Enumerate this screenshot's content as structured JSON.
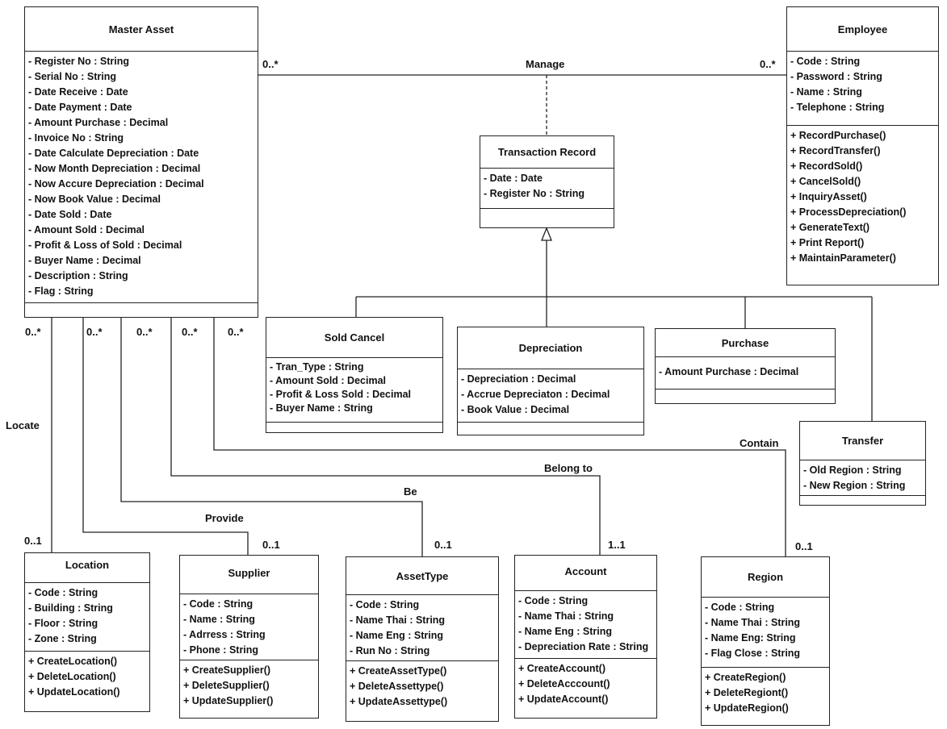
{
  "classes": {
    "master_asset": {
      "name": "Master Asset",
      "attributes": [
        "- Register No : String",
        "- Serial No : String",
        "- Date Receive : Date",
        "- Date Payment : Date",
        "- Amount Purchase : Decimal",
        "- Invoice No : String",
        "- Date Calculate Depreciation : Date",
        "- Now Month Depreciation : Decimal",
        "- Now Accure Depreciation : Decimal",
        "- Now Book Value : Decimal",
        "- Date Sold : Date",
        "- Amount Sold : Decimal",
        "- Profit & Loss of Sold : Decimal",
        "- Buyer Name : Decimal",
        "- Description : String",
        "- Flag : String"
      ],
      "operations": []
    },
    "employee": {
      "name": "Employee",
      "attributes": [
        "- Code : String",
        "- Password : String",
        "- Name : String",
        "- Telephone : String"
      ],
      "operations": [
        "+ RecordPurchase()",
        "+ RecordTransfer()",
        "+ RecordSold()",
        "+ CancelSold()",
        "+ InquiryAsset()",
        "+ ProcessDepreciation()",
        "+ GenerateText()",
        "+ Print Report()",
        "+ MaintainParameter()"
      ]
    },
    "transaction_record": {
      "name": "Transaction Record",
      "attributes": [
        "- Date : Date",
        "- Register No : String"
      ],
      "operations": []
    },
    "sold_cancel": {
      "name": "Sold Cancel",
      "attributes": [
        "- Tran_Type : String",
        "- Amount Sold : Decimal",
        "- Profit & Loss Sold : Decimal",
        "- Buyer Name : String"
      ],
      "operations": []
    },
    "depreciation": {
      "name": "Depreciation",
      "attributes": [
        "- Depreciation : Decimal",
        "- Accrue Depreciaton : Decimal",
        "- Book Value : Decimal"
      ],
      "operations": []
    },
    "purchase": {
      "name": "Purchase",
      "attributes": [
        "- Amount Purchase : Decimal"
      ],
      "operations": []
    },
    "transfer": {
      "name": "Transfer",
      "attributes": [
        "- Old Region : String",
        "- New Region : String"
      ],
      "operations": []
    },
    "location": {
      "name": "Location",
      "attributes": [
        "- Code : String",
        "- Building : String",
        "- Floor : String",
        "- Zone : String"
      ],
      "operations": [
        "+ CreateLocation()",
        "+ DeleteLocation()",
        "+ UpdateLocation()"
      ]
    },
    "supplier": {
      "name": "Supplier",
      "attributes": [
        "- Code : String",
        "- Name : String",
        "- Adrress : String",
        "- Phone : String"
      ],
      "operations": [
        "+ CreateSupplier()",
        "+ DeleteSupplier()",
        "+ UpdateSupplier()"
      ]
    },
    "asset_type": {
      "name": "AssetType",
      "attributes": [
        "- Code : String",
        "- Name Thai : String",
        "- Name Eng : String",
        "- Run No : String"
      ],
      "operations": [
        "+ CreateAssetType()",
        "+ DeleteAssettype()",
        "+ UpdateAssettype()"
      ]
    },
    "account": {
      "name": "Account",
      "attributes": [
        "- Code : String",
        "- Name Thai : String",
        "- Name Eng : String",
        "- Depreciation Rate : String"
      ],
      "operations": [
        "+ CreateAccount()",
        "+ DeleteAcccount()",
        "+ UpdateAccount()"
      ]
    },
    "region": {
      "name": "Region",
      "attributes": [
        "- Code : String",
        "- Name Thai : String",
        "- Name Eng: String",
        "- Flag Close : String"
      ],
      "operations": [
        "+ CreateRegion()",
        "+ DeleteRegiont()",
        "+ UpdateRegion()"
      ]
    }
  },
  "labels": {
    "manage": "Manage",
    "locate": "Locate",
    "provide": "Provide",
    "be": "Be",
    "belong_to": "Belong to",
    "contain": "Contain",
    "mult_manage_left": "0..*",
    "mult_manage_right": "0..*",
    "mult_asset_1": "0..*",
    "mult_asset_2": "0..*",
    "mult_asset_3": "0..*",
    "mult_asset_4": "0..*",
    "mult_asset_5": "0..*",
    "mult_location": "0..1",
    "mult_supplier": "0..1",
    "mult_assettype": "0..1",
    "mult_account": "1..1",
    "mult_region": "0..1"
  }
}
